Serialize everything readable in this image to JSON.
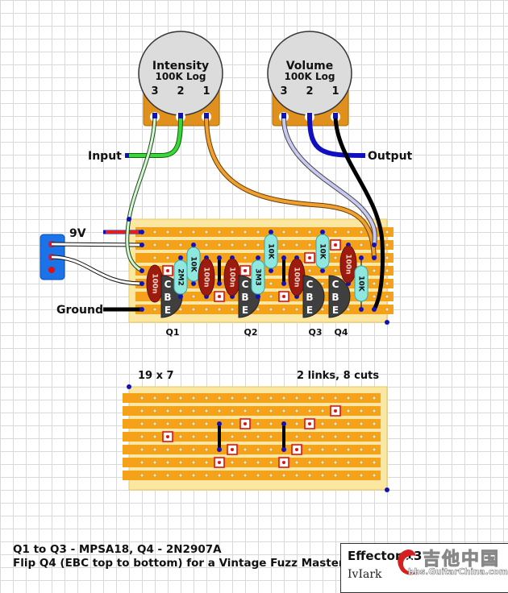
{
  "pots": [
    {
      "name": "Intensity",
      "value": "100K Log",
      "pins": [
        "3",
        "2",
        "1"
      ]
    },
    {
      "name": "Volume",
      "value": "100K Log",
      "pins": [
        "3",
        "2",
        "1"
      ]
    }
  ],
  "connections": {
    "input": "Input",
    "output": "Output",
    "power": "9V",
    "ground": "Ground"
  },
  "board": {
    "columns": 19,
    "rows": 7,
    "size_label": "19 x 7",
    "summary_label": "2 links, 8 cuts"
  },
  "resistors": [
    {
      "label": "2M2"
    },
    {
      "label": "10K"
    },
    {
      "label": "3M3"
    },
    {
      "label": "10K"
    },
    {
      "label": "10K"
    },
    {
      "label": "10K"
    }
  ],
  "capacitors": [
    {
      "label": "100n"
    },
    {
      "label": "100n"
    },
    {
      "label": "100n"
    },
    {
      "label": "100n"
    },
    {
      "label": "100n"
    }
  ],
  "transistors": [
    {
      "name": "Q1",
      "pins": [
        "C",
        "B",
        "E"
      ]
    },
    {
      "name": "Q2",
      "pins": [
        "C",
        "B",
        "E"
      ]
    },
    {
      "name": "Q3",
      "pins": [
        "C",
        "B",
        "E"
      ]
    },
    {
      "name": "Q4",
      "pins": [
        "C",
        "B",
        "E"
      ]
    }
  ],
  "notes": {
    "line1": "Q1 to Q3 - MPSA18, Q4 - 2N2907A",
    "line2": "Flip Q4 (EBC top to bottom) for a Vintage Fuzz Master"
  },
  "title_block": {
    "title": "Effector 13",
    "author": "IvIark"
  },
  "watermark": {
    "text": "吉他中国",
    "url": "bbs.GuitarChina.com"
  },
  "colors": {
    "strip": "#f5a21b",
    "board": "#fbe6a2",
    "resistor": "#8ee8e0",
    "capacitor": "#9c1a0e",
    "transistor": "#3f3f3f",
    "cut": "#e01010",
    "pad": "#1010c0"
  }
}
